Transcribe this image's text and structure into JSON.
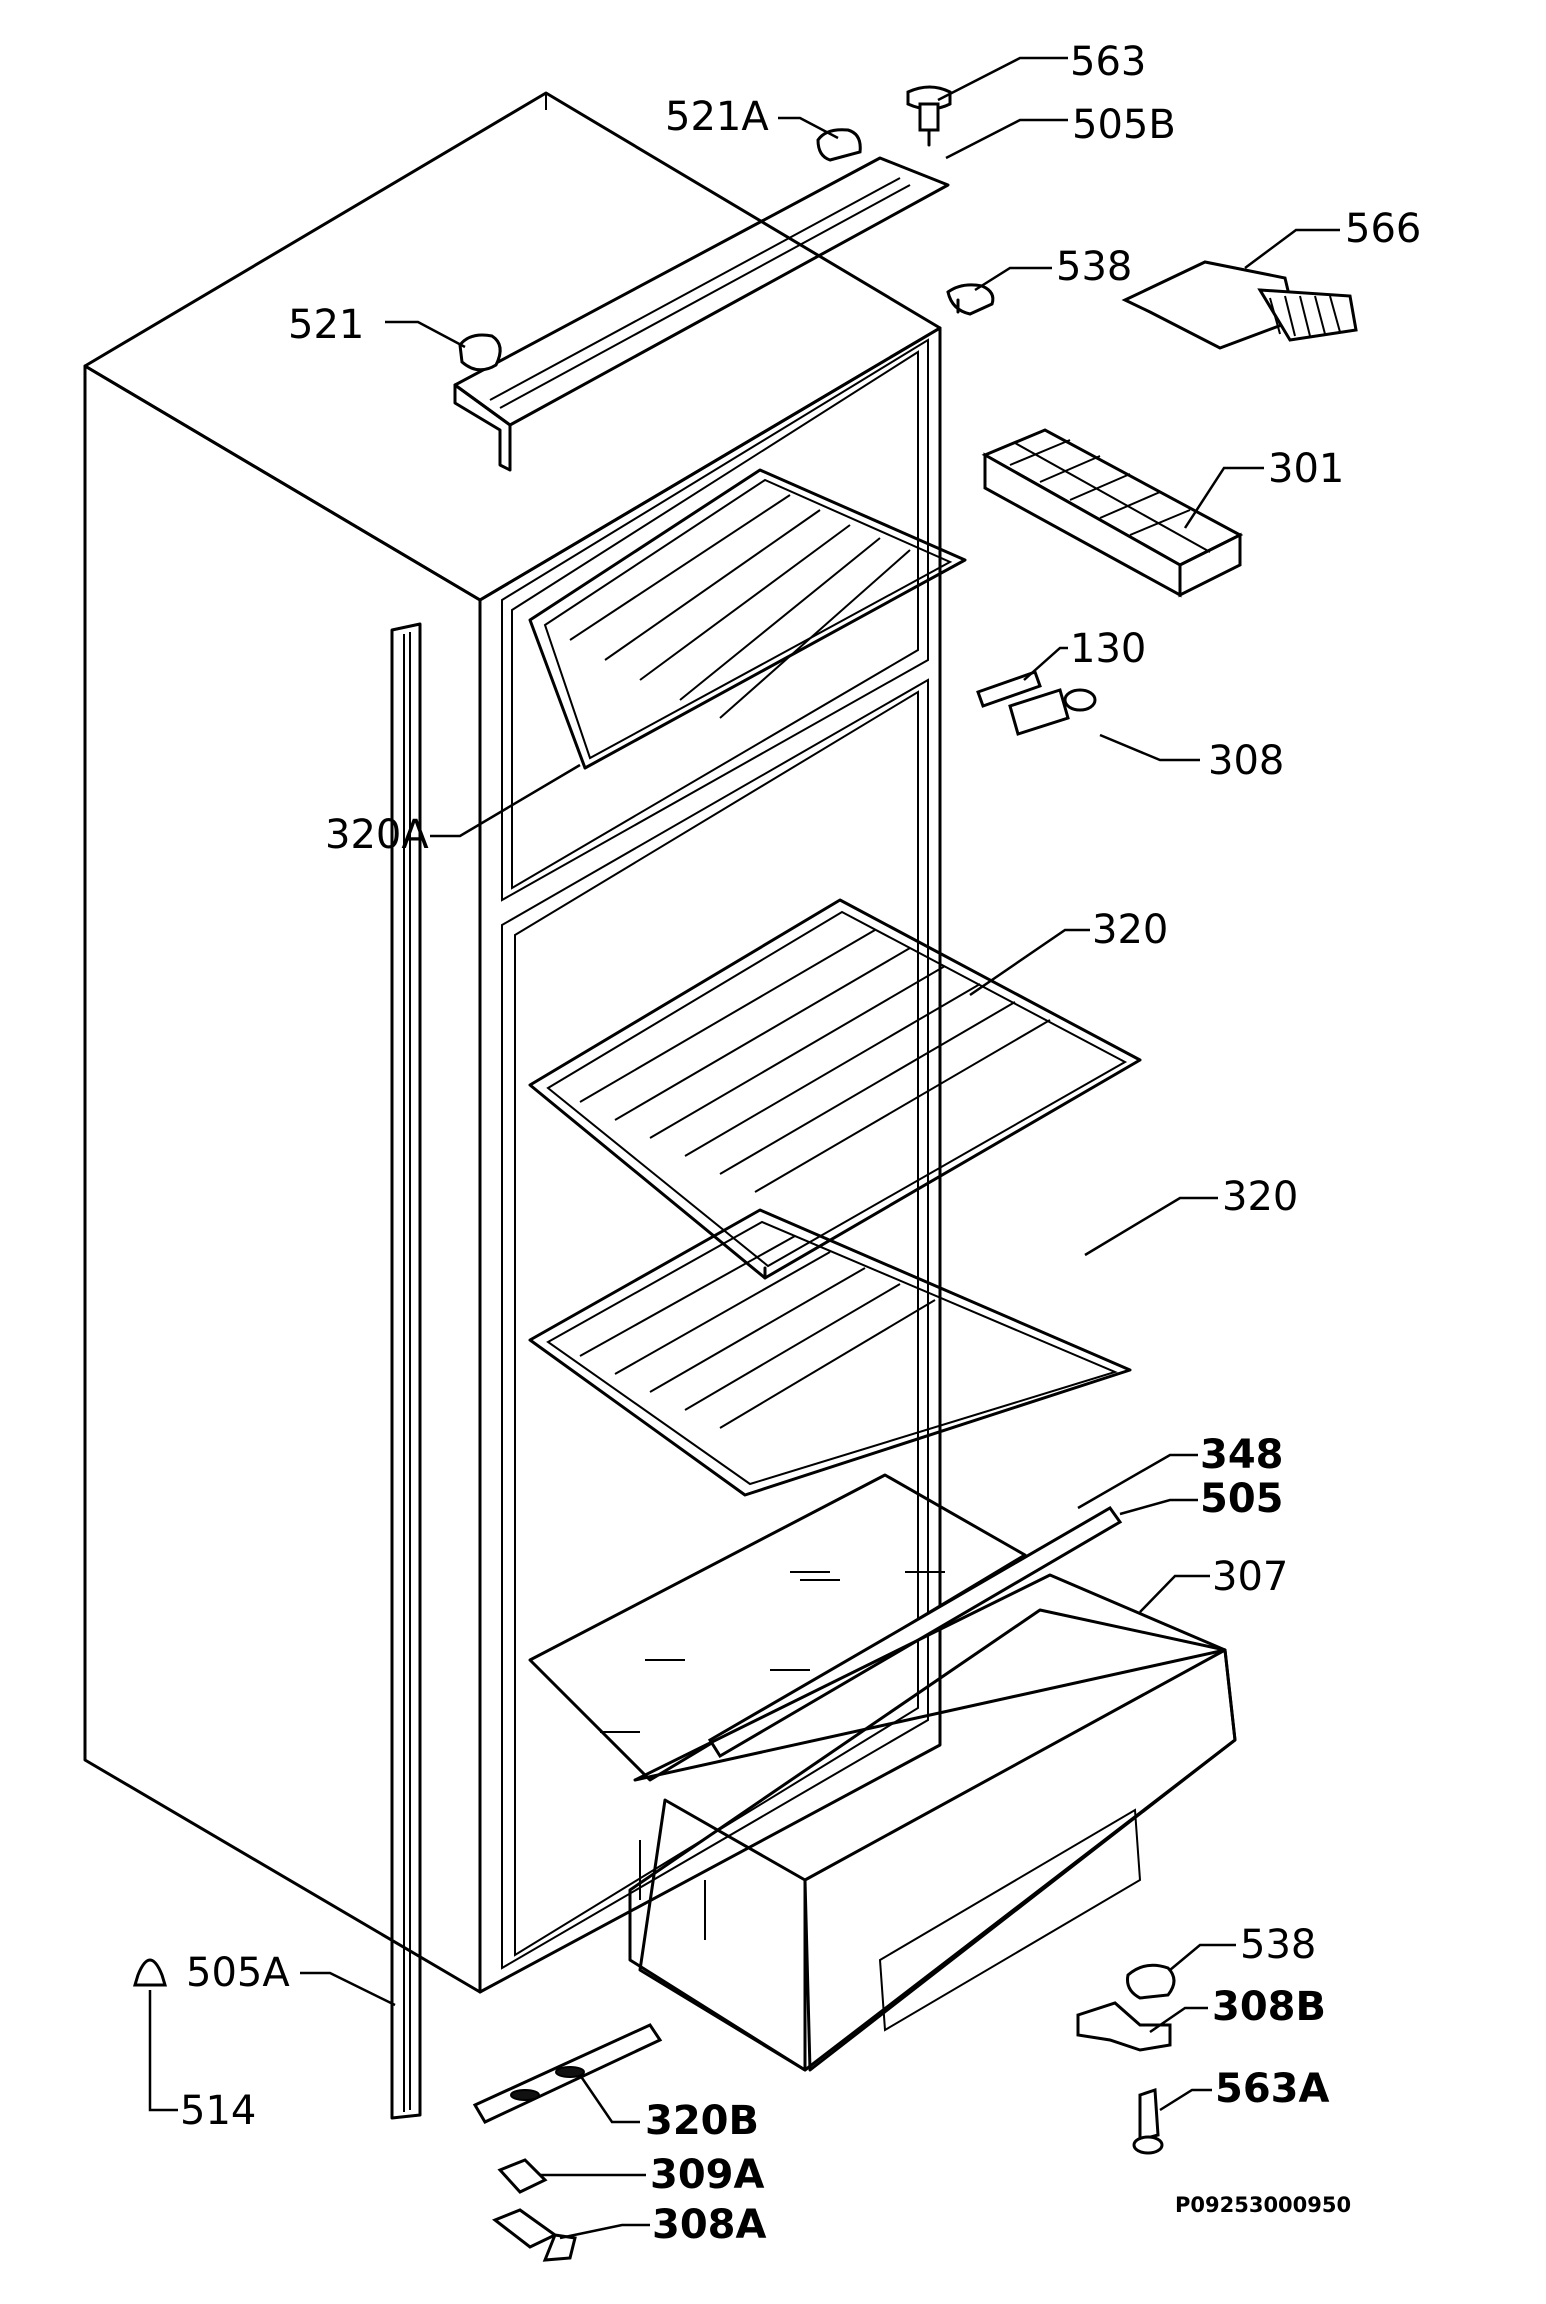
{
  "diagram": {
    "document_code": "P09253000950",
    "callouts": [
      {
        "id": "563",
        "text": "563"
      },
      {
        "id": "521A",
        "text": "521A"
      },
      {
        "id": "505B",
        "text": "505B"
      },
      {
        "id": "566",
        "text": "566"
      },
      {
        "id": "538-top",
        "text": "538"
      },
      {
        "id": "521",
        "text": "521"
      },
      {
        "id": "301",
        "text": "301"
      },
      {
        "id": "130",
        "text": "130"
      },
      {
        "id": "308",
        "text": "308"
      },
      {
        "id": "320A",
        "text": "320A"
      },
      {
        "id": "320-upper",
        "text": "320"
      },
      {
        "id": "320-lower",
        "text": "320"
      },
      {
        "id": "348",
        "text": "348"
      },
      {
        "id": "505",
        "text": "505"
      },
      {
        "id": "307",
        "text": "307"
      },
      {
        "id": "538-bottom",
        "text": "538"
      },
      {
        "id": "505A",
        "text": "505A"
      },
      {
        "id": "308B",
        "text": "308B"
      },
      {
        "id": "563A",
        "text": "563A"
      },
      {
        "id": "514",
        "text": "514"
      },
      {
        "id": "320B",
        "text": "320B"
      },
      {
        "id": "309A",
        "text": "309A"
      },
      {
        "id": "308A",
        "text": "308A"
      }
    ]
  }
}
